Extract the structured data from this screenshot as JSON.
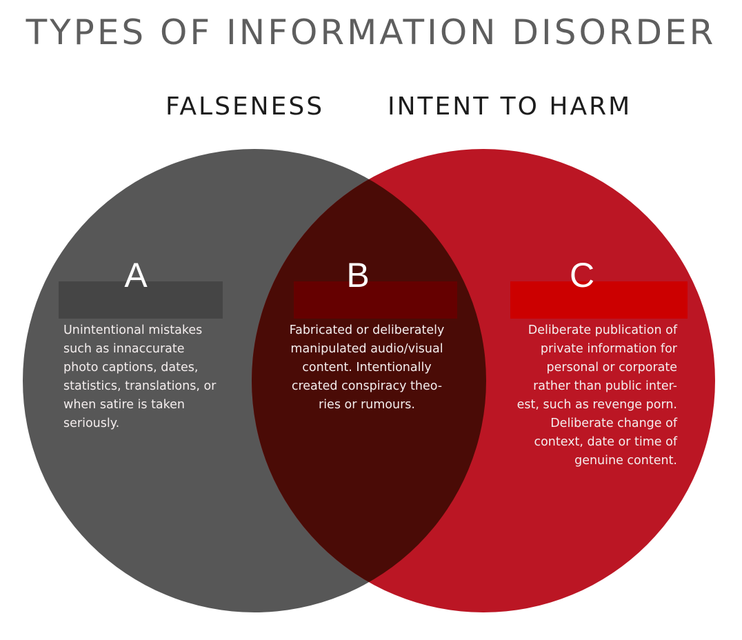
{
  "title": "TYPES OF INFORMATION DISORDER",
  "sets": {
    "left": {
      "label": "FALSENESS",
      "color": "#575757"
    },
    "right": {
      "label": "INTENT TO HARM",
      "color": "#bb1624"
    },
    "overlap_color": "#4a0b06"
  },
  "regions": [
    {
      "letter": "A",
      "bar_color": "#454545",
      "text": "Unintentional mistakes\nsuch as innaccurate\nphoto captions, dates,\nstatistics, translations, or\nwhen satire is taken\nseriously."
    },
    {
      "letter": "B",
      "bar_color": "#650000",
      "text": "Fabricated or deliberately\nmanipulated audio/visual\ncontent. Intentionally\ncreated conspiracy theo-\nries or rumours."
    },
    {
      "letter": "C",
      "bar_color": "#cc0000",
      "text": "Deliberate publication of\nprivate information for\npersonal or corporate\nrather than public inter-\nest, such as revenge porn.\nDeliberate change of\ncontext, date or time of\ngenuine content."
    }
  ]
}
